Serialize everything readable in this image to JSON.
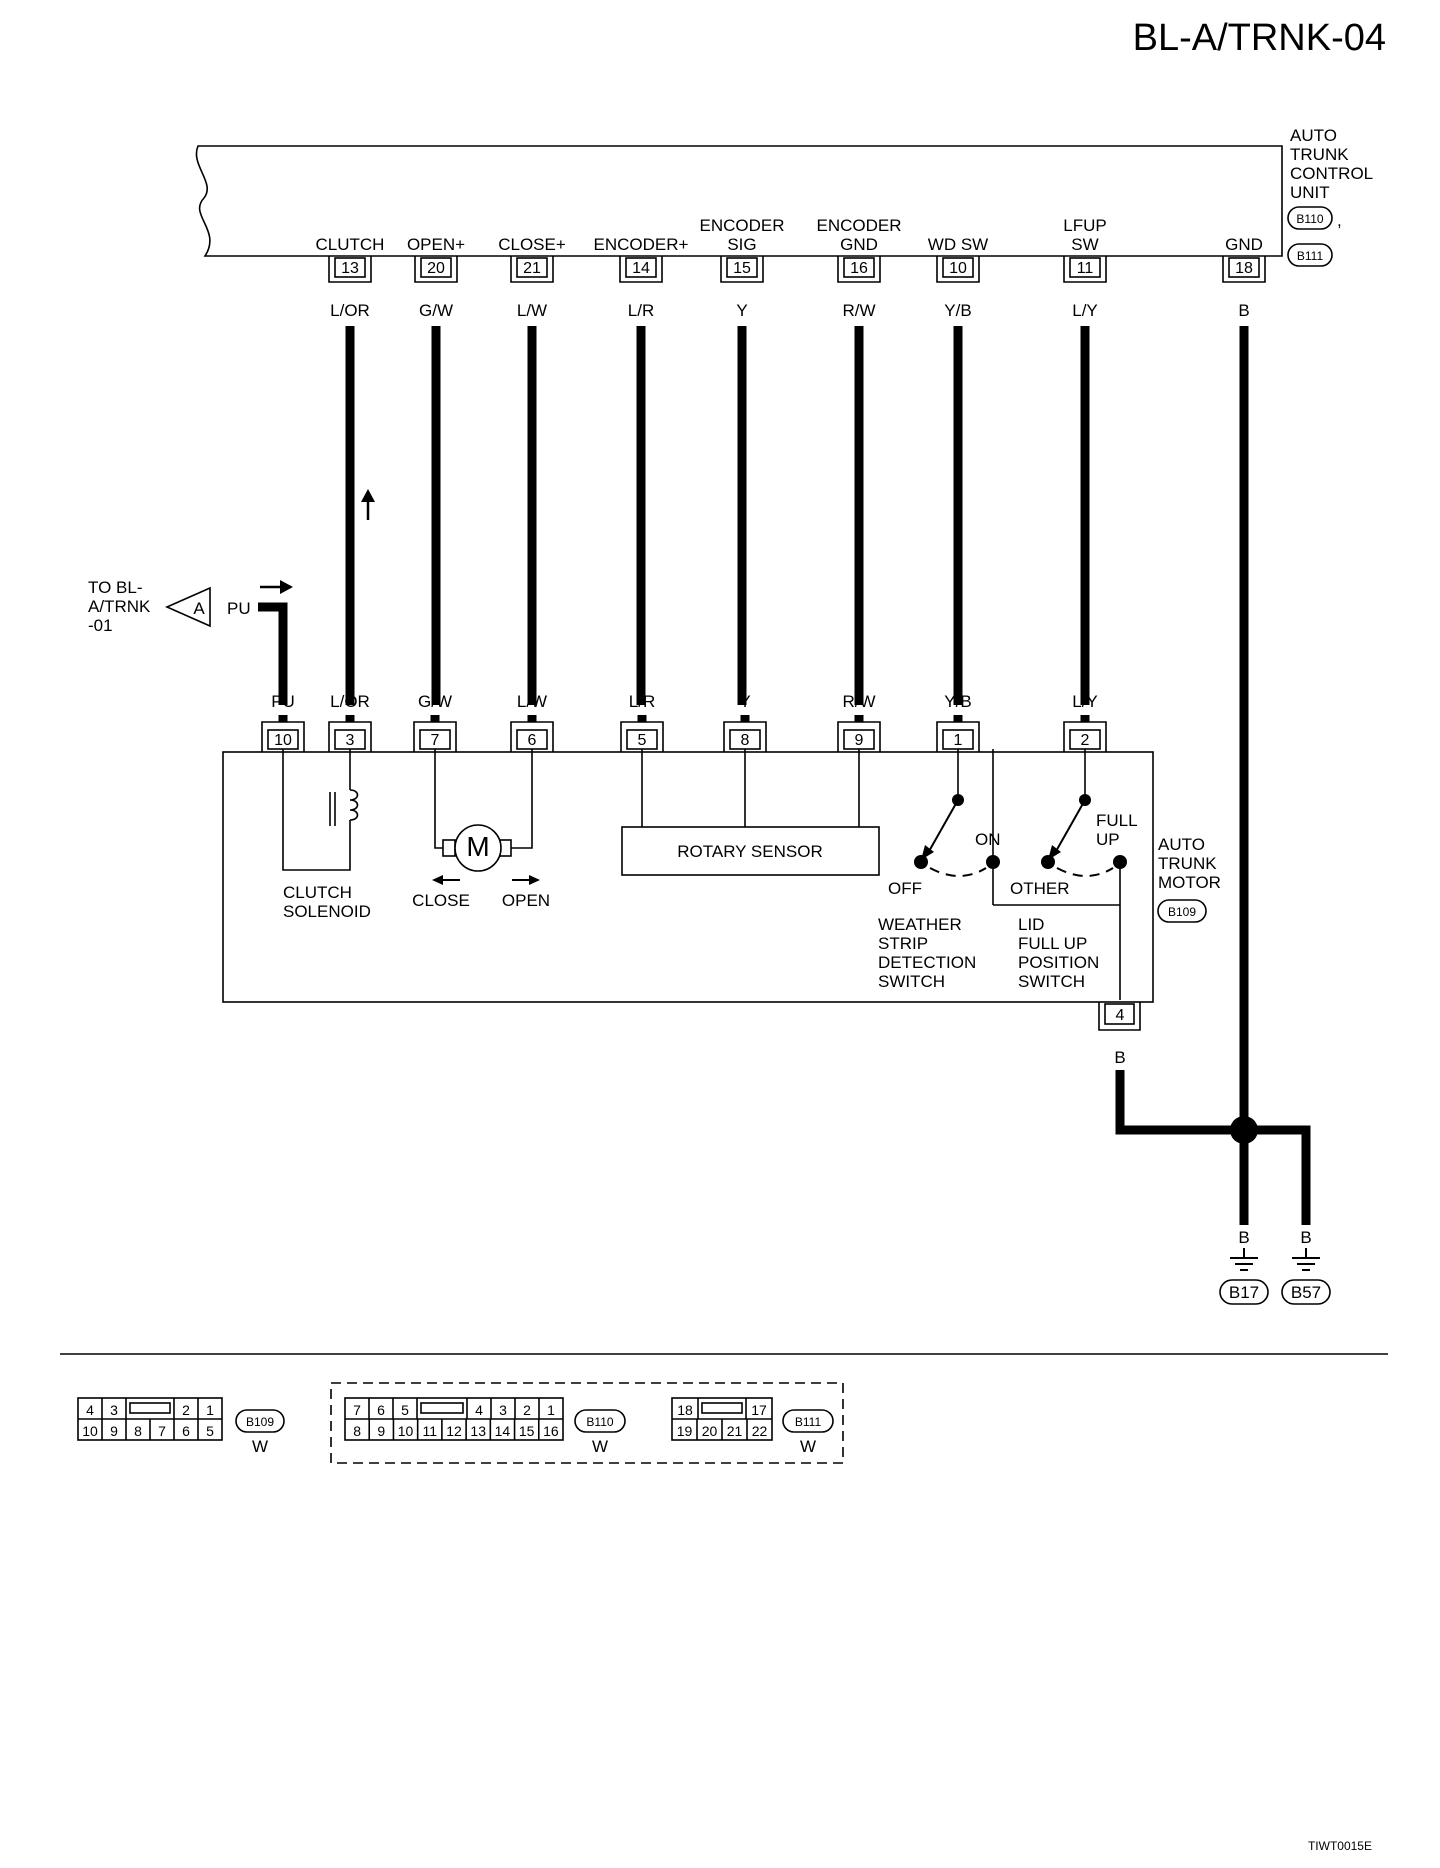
{
  "page_title": "BL-A/TRNK-04",
  "figure_id": "TIWT0015E",
  "control_unit": {
    "name_lines": [
      "AUTO",
      "TRUNK",
      "CONTROL",
      "UNIT"
    ],
    "connector_a": "B110",
    "separator": ",",
    "connector_b": "B111",
    "terminals": [
      {
        "label_lines": [
          "CLUTCH"
        ],
        "pin": "13",
        "color": "L/OR"
      },
      {
        "label_lines": [
          "OPEN+"
        ],
        "pin": "20",
        "color": "G/W"
      },
      {
        "label_lines": [
          "CLOSE+"
        ],
        "pin": "21",
        "color": "L/W"
      },
      {
        "label_lines": [
          "ENCODER+"
        ],
        "pin": "14",
        "color": "L/R"
      },
      {
        "label_lines": [
          "ENCODER",
          "SIG"
        ],
        "pin": "15",
        "color": "Y"
      },
      {
        "label_lines": [
          "ENCODER",
          "GND"
        ],
        "pin": "16",
        "color": "R/W"
      },
      {
        "label_lines": [
          "WD SW"
        ],
        "pin": "10",
        "color": "Y/B"
      },
      {
        "label_lines": [
          "LFUP",
          "SW"
        ],
        "pin": "11",
        "color": "L/Y"
      },
      {
        "label_lines": [
          "GND"
        ],
        "pin": "18",
        "color": "B"
      }
    ]
  },
  "offpage": {
    "label_lines": [
      "TO BL-",
      "A/TRNK",
      "-01"
    ],
    "connector": "A",
    "color": "PU"
  },
  "motor_unit": {
    "name_lines": [
      "AUTO",
      "TRUNK",
      "MOTOR"
    ],
    "connector": "B109",
    "terminals": [
      {
        "pin": "10",
        "color": "PU"
      },
      {
        "pin": "3",
        "color": "L/OR"
      },
      {
        "pin": "7",
        "color": "G/W"
      },
      {
        "pin": "6",
        "color": "L/W"
      },
      {
        "pin": "5",
        "color": "L/R"
      },
      {
        "pin": "8",
        "color": "Y"
      },
      {
        "pin": "9",
        "color": "R/W"
      },
      {
        "pin": "1",
        "color": "Y/B"
      },
      {
        "pin": "2",
        "color": "L/Y"
      }
    ],
    "ground_pin": "4",
    "ground_color": "B",
    "clutch_solenoid_lines": [
      "CLUTCH",
      "SOLENOID"
    ],
    "motor_symbol": "M",
    "close_label": "CLOSE",
    "open_label": "OPEN",
    "rotary_sensor": "ROTARY SENSOR",
    "ws_switch": {
      "off": "OFF",
      "on": "ON",
      "name_lines": [
        "WEATHER",
        "STRIP",
        "DETECTION",
        "SWITCH"
      ]
    },
    "lid_switch": {
      "other": "OTHER",
      "full_lines": [
        "FULL",
        "UP"
      ],
      "name_lines": [
        "LID",
        "FULL UP",
        "POSITION",
        "SWITCH"
      ]
    }
  },
  "grounds": [
    {
      "color": "B",
      "name": "B17"
    },
    {
      "color": "B",
      "name": "B57"
    }
  ],
  "connectors": {
    "b109": {
      "name": "B109",
      "color": "W",
      "top_left": [
        "4",
        "3"
      ],
      "top_right": [
        "2",
        "1"
      ],
      "bottom": [
        "10",
        "9",
        "8",
        "7",
        "6",
        "5"
      ]
    },
    "b110": {
      "name": "B110",
      "color": "W",
      "top_left": [
        "7",
        "6",
        "5"
      ],
      "top_right": [
        "4",
        "3",
        "2",
        "1"
      ],
      "bottom": [
        "8",
        "9",
        "10",
        "11",
        "12",
        "13",
        "14",
        "15",
        "16"
      ]
    },
    "b111": {
      "name": "B111",
      "color": "W",
      "top_left": [
        "18"
      ],
      "top_right": [
        "17"
      ],
      "bottom": [
        "19",
        "20",
        "21",
        "22"
      ]
    }
  }
}
